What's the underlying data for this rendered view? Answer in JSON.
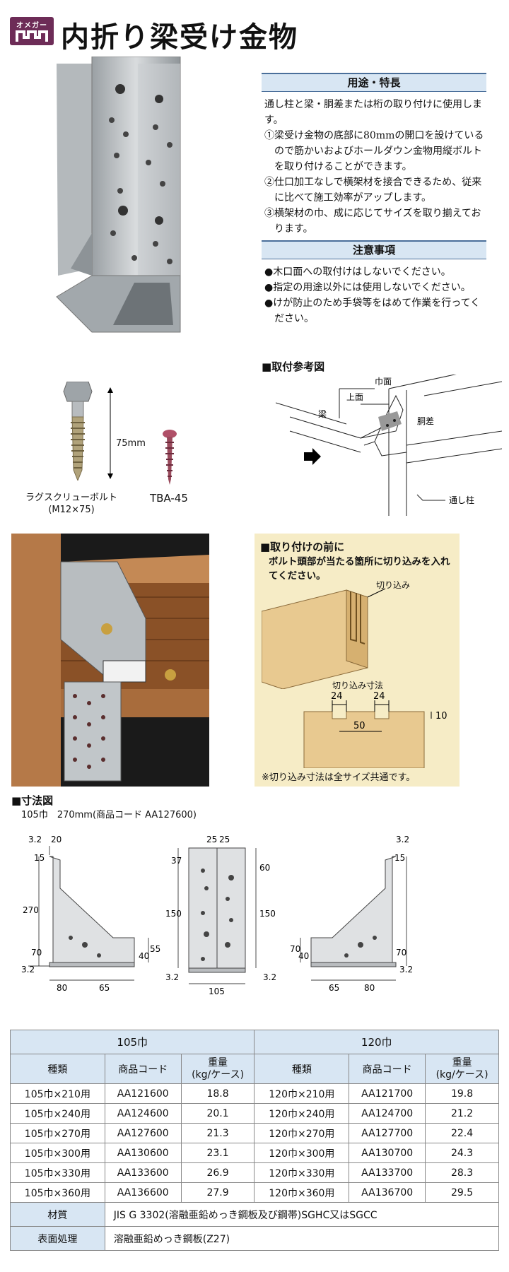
{
  "header": {
    "logo_text": "オメガー",
    "title": "内折り梁受け金物"
  },
  "features": {
    "heading": "用途・特長",
    "intro": "通し柱と梁・胴差または桁の取り付けに使用します。",
    "items": [
      "①梁受け金物の底部に80mmの開口を設けているので筋かいおよびホールダウン金物用縦ボルトを取り付けることができます。",
      "②仕口加工なしで横架材を接合できるため、従来に比べて施工効率がアップします。",
      "③横架材の巾、成に応じてサイズを取り揃えております。"
    ]
  },
  "cautions": {
    "heading": "注意事項",
    "items": [
      "●木口面への取付けはしないでください。",
      "●指定の用途以外には使用しないでください。",
      "●けが防止のため手袋等をはめて作業を行ってください。"
    ]
  },
  "fasteners": {
    "bolt_length": "75mm",
    "bolt_name": "ラグスクリューボルト",
    "bolt_spec": "(M12×75)",
    "screw_name": "TBA-45"
  },
  "install_ref": {
    "heading": "■取付参考図",
    "labels": {
      "top": "上面",
      "width": "巾面",
      "beam": "梁",
      "girt": "胴差",
      "post": "通し柱"
    }
  },
  "before_install": {
    "heading": "■取り付けの前に",
    "text": "ボルト頭部が当たる箇所に切り込みを入れてください。",
    "notch_label": "切り込み",
    "dims_heading": "切り込み寸法",
    "dims": {
      "a": "24",
      "b": "24",
      "c": "50",
      "d": "10"
    },
    "note": "※切り込み寸法は全サイズ共通です。"
  },
  "dimensions": {
    "heading": "■寸法図",
    "subtitle": "105巾　270mm(商品コード AA127600)",
    "left": {
      "t1": "3.2",
      "t2": "20",
      "h1": "15",
      "h2": "270",
      "h3": "70",
      "h4": "3.2",
      "w1": "80",
      "w2": "65",
      "s1": "40",
      "s2": "55"
    },
    "center": {
      "w1": "25",
      "w2": "25",
      "h1": "37",
      "h2": "150",
      "r1": "60",
      "r2": "150",
      "b1": "3.2",
      "b2": "105",
      "b3": "3.2"
    },
    "right": {
      "t1": "3.2",
      "h1": "15",
      "h2": "70",
      "h3": "40",
      "h4": "70",
      "h5": "3.2",
      "w1": "65",
      "w2": "80"
    }
  },
  "table": {
    "group1": "105巾",
    "group2": "120巾",
    "headers": {
      "type": "種類",
      "code": "商品コード",
      "weight": "重量\n(kg/ケース)"
    },
    "rows": [
      [
        "105巾×210用",
        "AA121600",
        "18.8",
        "120巾×210用",
        "AA121700",
        "19.8"
      ],
      [
        "105巾×240用",
        "AA124600",
        "20.1",
        "120巾×240用",
        "AA124700",
        "21.2"
      ],
      [
        "105巾×270用",
        "AA127600",
        "21.3",
        "120巾×270用",
        "AA127700",
        "22.4"
      ],
      [
        "105巾×300用",
        "AA130600",
        "23.1",
        "120巾×300用",
        "AA130700",
        "24.3"
      ],
      [
        "105巾×330用",
        "AA133600",
        "26.9",
        "120巾×330用",
        "AA133700",
        "28.3"
      ],
      [
        "105巾×360用",
        "AA136600",
        "27.9",
        "120巾×360用",
        "AA136700",
        "29.5"
      ]
    ],
    "material_label": "材質",
    "material_value": "JIS G 3302(溶融亜鉛めっき鋼板及び鋼帯)SGHC又はSGCC",
    "finish_label": "表面処理",
    "finish_value": "溶融亜鉛めっき鋼板(Z27)"
  }
}
